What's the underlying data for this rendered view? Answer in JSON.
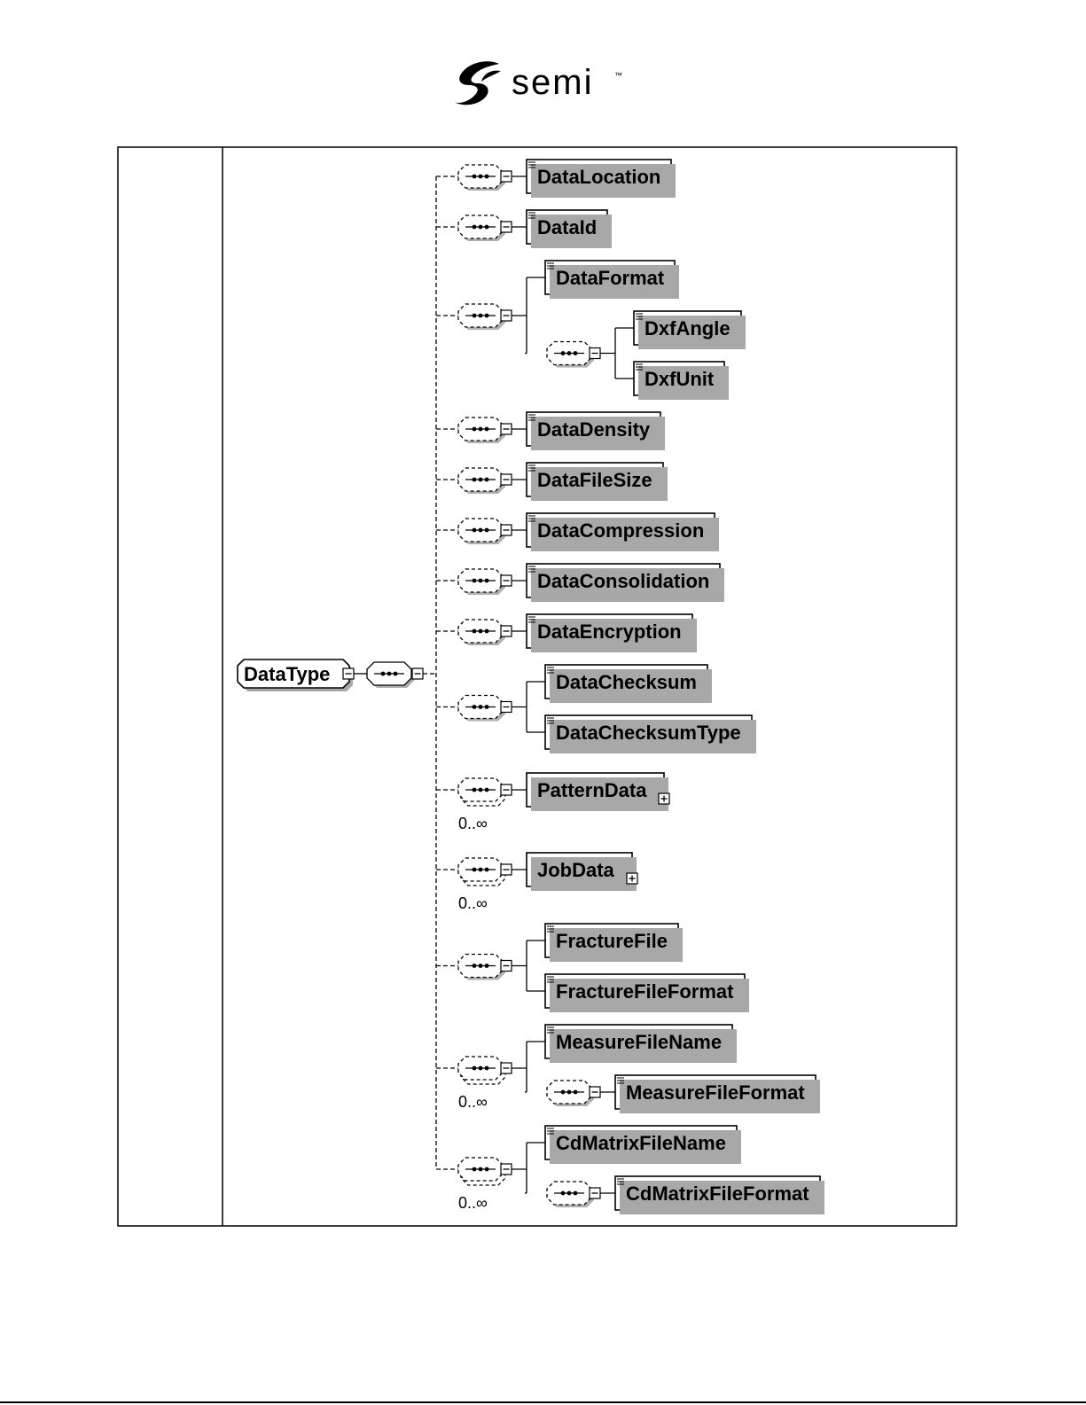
{
  "brand": {
    "name": "semi",
    "trademark": "™"
  },
  "root": {
    "name": "DataType"
  },
  "branches": [
    {
      "children": [
        {
          "name": "DataLocation"
        }
      ]
    },
    {
      "children": [
        {
          "name": "DataId"
        }
      ]
    },
    {
      "children": [
        {
          "name": "DataFormat"
        },
        {
          "optional_group": true,
          "children": [
            {
              "name": "DxfAngle"
            },
            {
              "name": "DxfUnit"
            }
          ]
        }
      ]
    },
    {
      "children": [
        {
          "name": "DataDensity"
        }
      ]
    },
    {
      "children": [
        {
          "name": "DataFileSize"
        }
      ]
    },
    {
      "children": [
        {
          "name": "DataCompression"
        }
      ]
    },
    {
      "children": [
        {
          "name": "DataConsolidation"
        }
      ]
    },
    {
      "children": [
        {
          "name": "DataEncryption"
        }
      ]
    },
    {
      "children": [
        {
          "name": "DataChecksum"
        },
        {
          "name": "DataChecksumType"
        }
      ]
    },
    {
      "occurrence": "0..∞",
      "children": [
        {
          "name": "PatternData",
          "complex": true
        }
      ]
    },
    {
      "occurrence": "0..∞",
      "children": [
        {
          "name": "JobData",
          "complex": true
        }
      ]
    },
    {
      "children": [
        {
          "name": "FractureFile"
        },
        {
          "name": "FractureFileFormat"
        }
      ]
    },
    {
      "occurrence": "0..∞",
      "children": [
        {
          "name": "MeasureFileName"
        },
        {
          "optional_group": true,
          "children": [
            {
              "name": "MeasureFileFormat"
            }
          ]
        }
      ]
    },
    {
      "occurrence": "0..∞",
      "children": [
        {
          "name": "CdMatrixFileName"
        },
        {
          "optional_group": true,
          "children": [
            {
              "name": "CdMatrixFileFormat"
            }
          ]
        }
      ]
    }
  ]
}
